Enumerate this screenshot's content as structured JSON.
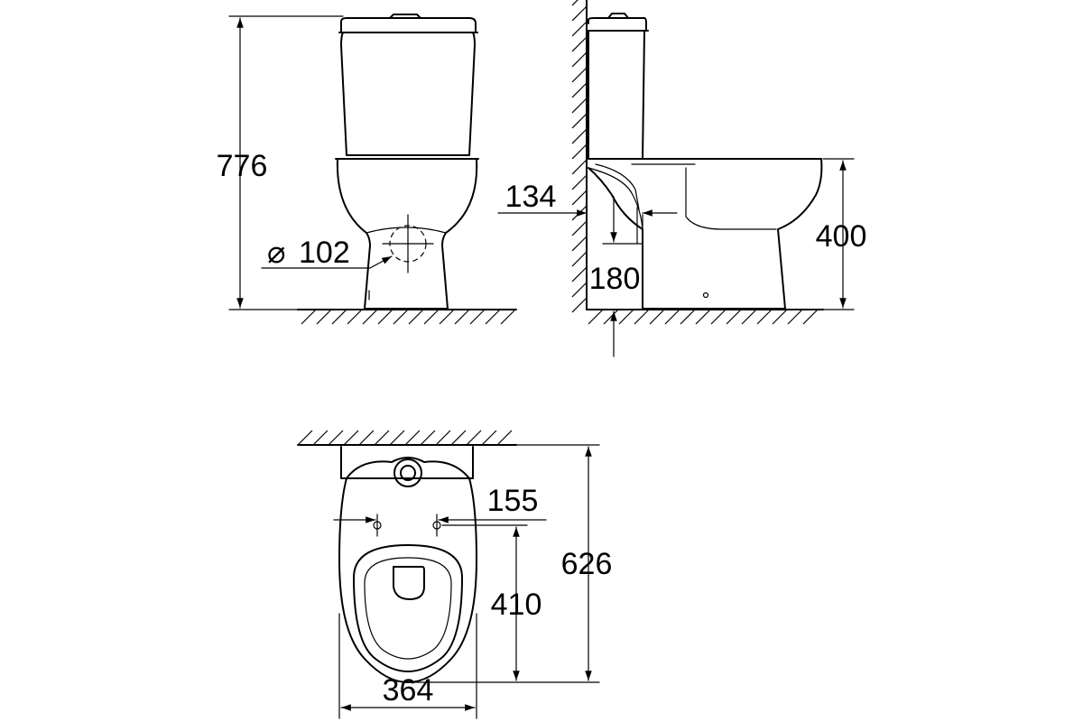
{
  "front_view": {
    "height_total": "776",
    "outlet_diameter_symbol": "⌀",
    "outlet_diameter": "102"
  },
  "side_view": {
    "wall_offset": "134",
    "outlet_height": "180",
    "seat_height": "400"
  },
  "top_view": {
    "fixing_spacing": "155",
    "fixing_to_front": "410",
    "depth_total": "626",
    "width_total": "364"
  }
}
